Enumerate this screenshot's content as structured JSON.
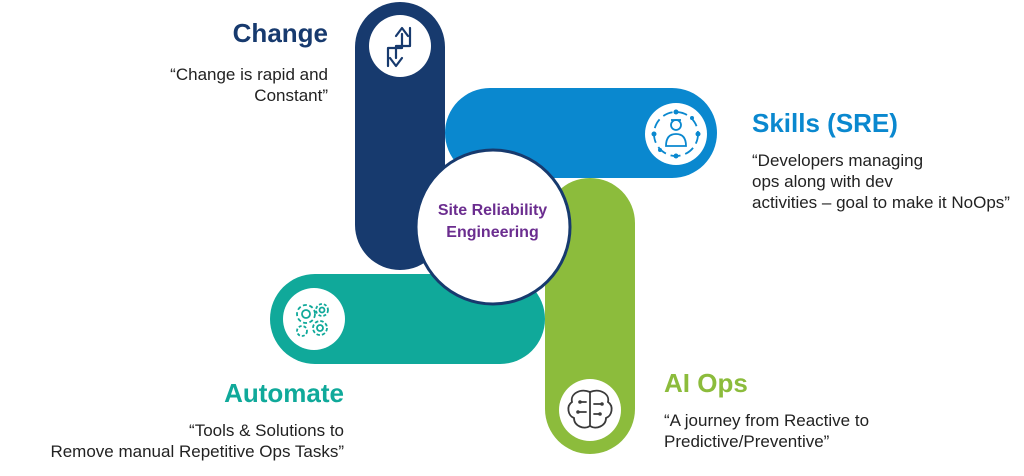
{
  "center": {
    "line1": "Site Reliability",
    "line2": "Engineering",
    "text_color": "#6b2d8f"
  },
  "sections": {
    "change": {
      "title": "Change",
      "lines": [
        "“Change is rapid and",
        "Constant”"
      ],
      "color": "#173a6e",
      "icon": "exchange-arrows-icon"
    },
    "skills": {
      "title": "Skills (SRE)",
      "lines": [
        "“Developers managing",
        "ops along with dev",
        "activities – goal to make it NoOps”"
      ],
      "color": "#0a88cf",
      "icon": "engineer-network-icon"
    },
    "automate": {
      "title": "Automate",
      "lines": [
        "“Tools & Solutions to",
        "Remove manual Repetitive Ops Tasks”"
      ],
      "color": "#10a99a",
      "icon": "gears-icon"
    },
    "aiops": {
      "title": "AI Ops",
      "lines": [
        "“A journey from Reactive to",
        "Predictive/Preventive”"
      ],
      "color": "#8cbc3c",
      "icon": "circuit-brain-icon"
    }
  }
}
